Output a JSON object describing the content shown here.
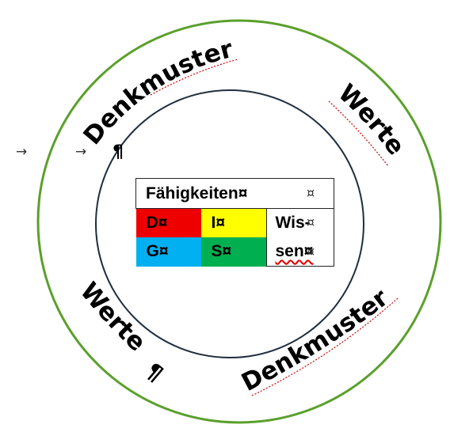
{
  "diagram": {
    "colors": {
      "outer_ring": "#5aa02c",
      "inner_ring": "#1f2f3f",
      "spellcheck_underline": "#d00000",
      "cell_D": "#ee0000",
      "cell_I": "#ffff00",
      "cell_G": "#00b0f0",
      "cell_S": "#00b050"
    },
    "outer_ring_labels": {
      "top_left": "Denkmuster",
      "top_right": "Werte",
      "bottom_left": "Werte",
      "bottom_right": "Denkmuster"
    },
    "formatting_marks": {
      "tab_arrow": "→",
      "pilcrow": "¶",
      "cell_end": "¤"
    },
    "table": {
      "header": "Fähigkeiten¤",
      "cells": {
        "D": "D¤",
        "I": "I¤",
        "G": "G¤",
        "S": "S¤"
      },
      "wissen_line1": "Wis-",
      "wissen_line2": "sen¤"
    }
  }
}
